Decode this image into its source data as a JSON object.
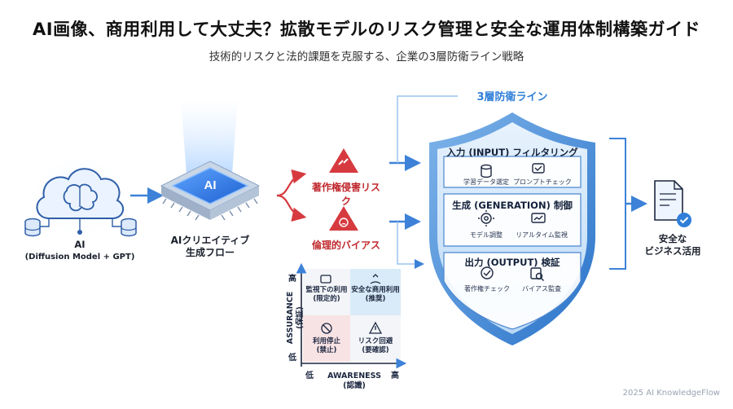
{
  "header": {
    "title": "AI画像、商用利用して大丈夫？拡散モデルのリスク管理と安全な運用体制構築ガイド",
    "subtitle": "技術的リスクと法的課題を克服する、企業の3層防衛ライン戦略"
  },
  "source": {
    "label_line1": "AI",
    "label_line2": "(Diffusion Model + GPT)"
  },
  "chip": {
    "text": "AI",
    "label_line1": "AIクリエイティブ",
    "label_line2": "生成フロー"
  },
  "risks": [
    {
      "label": "著作権侵害リスク",
      "icon": "broken-link-icon"
    },
    {
      "label": "倫理的バイアス",
      "icon": "sad-face-icon"
    }
  ],
  "defense": {
    "title": "3層防衛ライン",
    "layers": [
      {
        "title": "入力 (INPUT) フィルタリング",
        "items": [
          {
            "label": "学習データ選定",
            "icon": "database-icon"
          },
          {
            "label": "プロンプトチェック",
            "icon": "prompt-check-icon"
          }
        ]
      },
      {
        "title": "生成 (GENERATION) 制御",
        "items": [
          {
            "label": "モデル調整",
            "icon": "gear-icon"
          },
          {
            "label": "リアルタイム監視",
            "icon": "monitor-icon"
          }
        ]
      },
      {
        "title": "出力 (OUTPUT) 検証",
        "items": [
          {
            "label": "著作権チェック",
            "icon": "check-circle-icon"
          },
          {
            "label": "バイアス監査",
            "icon": "audit-icon"
          }
        ]
      }
    ]
  },
  "result": {
    "line1": "安全な",
    "line2": "ビジネス活用"
  },
  "matrix": {
    "y_axis_line1": "ASSURANCE",
    "y_axis_line2": "(保証)",
    "x_axis_line1": "AWARENESS",
    "x_axis_line2": "(認識)",
    "y_high": "高",
    "y_low": "低",
    "x_low": "低",
    "x_high": "高",
    "quadrants": {
      "top_left": {
        "line1": "監視下の利用",
        "line2": "(限定的)",
        "color": "#f3f5f8"
      },
      "top_right": {
        "line1": "安全な商用利用",
        "line2": "(推奨)",
        "color": "#d9ebf8"
      },
      "bottom_left": {
        "line1": "利用停止",
        "line2": "(禁止)",
        "color": "#f8e3e4"
      },
      "bottom_right": {
        "line1": "リスク回避",
        "line2": "(要確認)",
        "color": "#f3f5f8"
      }
    }
  },
  "footer": {
    "text": "2025 AI KnowledgeFlow"
  },
  "colors": {
    "accent_blue": "#2f7fd8",
    "risk_red": "#d63a3f",
    "navy": "#1c2740"
  }
}
